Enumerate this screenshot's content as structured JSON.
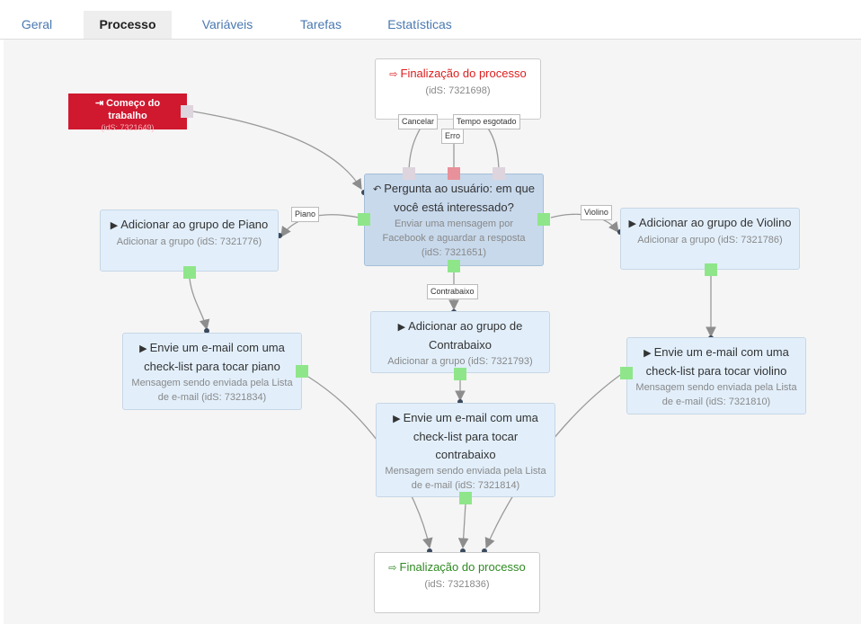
{
  "tabs": [
    {
      "label": "Geral",
      "active": false
    },
    {
      "label": "Processo",
      "active": true
    },
    {
      "label": "Variáveis",
      "active": false
    },
    {
      "label": "Tarefas",
      "active": false
    },
    {
      "label": "Estatísticas",
      "active": false
    }
  ],
  "nodes": {
    "start": {
      "title": "Começo do trabalho",
      "sub": "(idS: 7321649)",
      "icon": "sign-in-icon"
    },
    "end_top": {
      "title": "Finalização do processo",
      "sub": "(idS: 7321698)",
      "icon": "sign-out-icon"
    },
    "question": {
      "title": "Pergunta ao usuário: em que você está interessado?",
      "sub": "Enviar uma mensagem por Facebook e aguardar a resposta (idS: 7321651)",
      "icon": "reply-icon"
    },
    "piano_group": {
      "title": "Adicionar ao grupo de Piano",
      "sub": "Adicionar a grupo (idS: 7321776)",
      "icon": "play-icon"
    },
    "violin_group": {
      "title": "Adicionar ao grupo de Violino",
      "sub": "Adicionar a grupo (idS: 7321786)",
      "icon": "play-icon"
    },
    "bass_group": {
      "title": "Adicionar ao grupo de Contrabaixo",
      "sub": "Adicionar a grupo (idS: 7321793)",
      "icon": "play-icon"
    },
    "piano_email": {
      "title": "Envie um e-mail com uma check-list para tocar piano",
      "sub": "Mensagem sendo enviada pela Lista de e-mail (idS: 7321834)",
      "icon": "play-icon"
    },
    "violin_email": {
      "title": "Envie um e-mail com uma check-list para tocar violino",
      "sub": "Mensagem sendo enviada pela Lista de e-mail (idS: 7321810)",
      "icon": "play-icon"
    },
    "bass_email": {
      "title": "Envie um e-mail com uma check-list para tocar contrabaixo",
      "sub": "Mensagem sendo enviada pela Lista de e-mail (idS: 7321814)",
      "icon": "play-icon"
    },
    "end_bottom": {
      "title": "Finalização do processo",
      "sub": "(idS: 7321836)",
      "icon": "sign-out-icon"
    }
  },
  "edge_labels": {
    "cancel": "Cancelar",
    "error": "Erro",
    "timeout": "Tempo esgotado",
    "piano": "Piano",
    "violin": "Violino",
    "bass": "Contrabaixo"
  },
  "colors": {
    "start": "#d0182f",
    "node_bg": "#e2effb",
    "selected_bg": "#c8d9ec",
    "port_success": "#8fe68a",
    "port_error": "#e8919a",
    "end_red": "#dd1e1e",
    "end_green": "#2f8a22"
  }
}
